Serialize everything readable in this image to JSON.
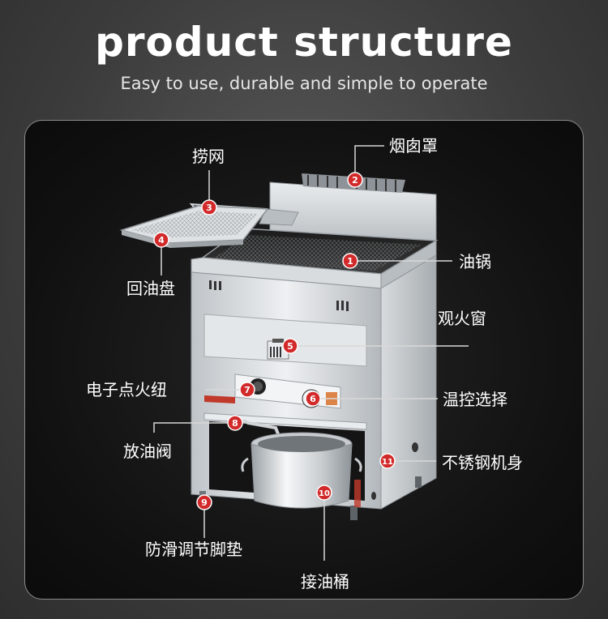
{
  "header": {
    "title": "product structure",
    "subtitle": "Easy to use, durable and simple to operate"
  },
  "callouts": [
    {
      "number": "1",
      "label": "油锅"
    },
    {
      "number": "2",
      "label": "烟囱罩"
    },
    {
      "number": "3",
      "label": "捞网"
    },
    {
      "number": "4",
      "label": "回油盘"
    },
    {
      "number": "5",
      "label": "观火窗"
    },
    {
      "number": "6",
      "label": "温控选择"
    },
    {
      "number": "7",
      "label": "电子点火纽"
    },
    {
      "number": "8",
      "label": "放油阀"
    },
    {
      "number": "9",
      "label": "防滑调节脚垫"
    },
    {
      "number": "10",
      "label": "接油桶"
    },
    {
      "number": "11",
      "label": "不锈钢机身"
    }
  ],
  "colors": {
    "badge": "#d22a2a",
    "leader": "#d8d8d8",
    "steel": "#cfd3d6"
  }
}
